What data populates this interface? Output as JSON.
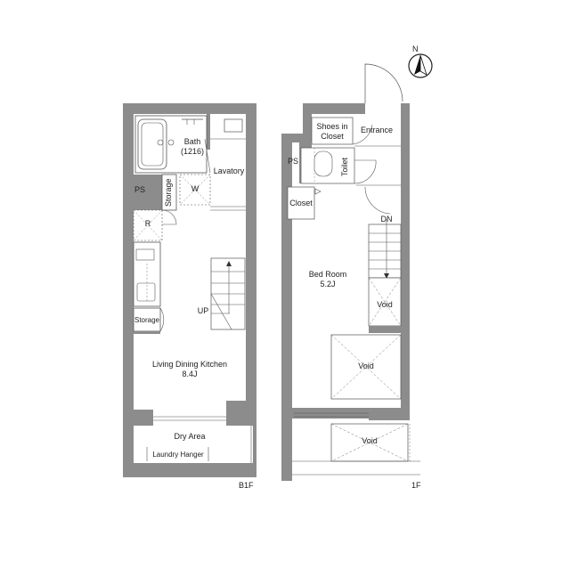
{
  "north_arrow": {
    "label": "N"
  },
  "floors": [
    {
      "id": "b1f",
      "label": "B1F",
      "rooms": [
        {
          "name": "Bath",
          "line2": "(1216)"
        },
        {
          "name": "Lavatory"
        },
        {
          "name": "PS"
        },
        {
          "name": "Storage"
        },
        {
          "name": "W"
        },
        {
          "name": "R"
        },
        {
          "name": "Storage"
        },
        {
          "name": "UP"
        },
        {
          "name": "Living Dining Kitchen",
          "area": "8.4J"
        },
        {
          "name": "Dry Area"
        },
        {
          "name": "Laundry Hanger"
        }
      ]
    },
    {
      "id": "1f",
      "label": "1F",
      "rooms": [
        {
          "name": "Shoes in",
          "line2": "Closet"
        },
        {
          "name": "Entrance"
        },
        {
          "name": "PS"
        },
        {
          "name": "Toilet"
        },
        {
          "name": "Closet"
        },
        {
          "name": "DN"
        },
        {
          "name": "Bed Room",
          "area": "5.2J"
        },
        {
          "name": "Void"
        },
        {
          "name": "Void"
        },
        {
          "name": "Void"
        }
      ]
    }
  ],
  "colors": {
    "wall": "#8c8c8c",
    "line": "#555555",
    "background": "#ffffff"
  }
}
